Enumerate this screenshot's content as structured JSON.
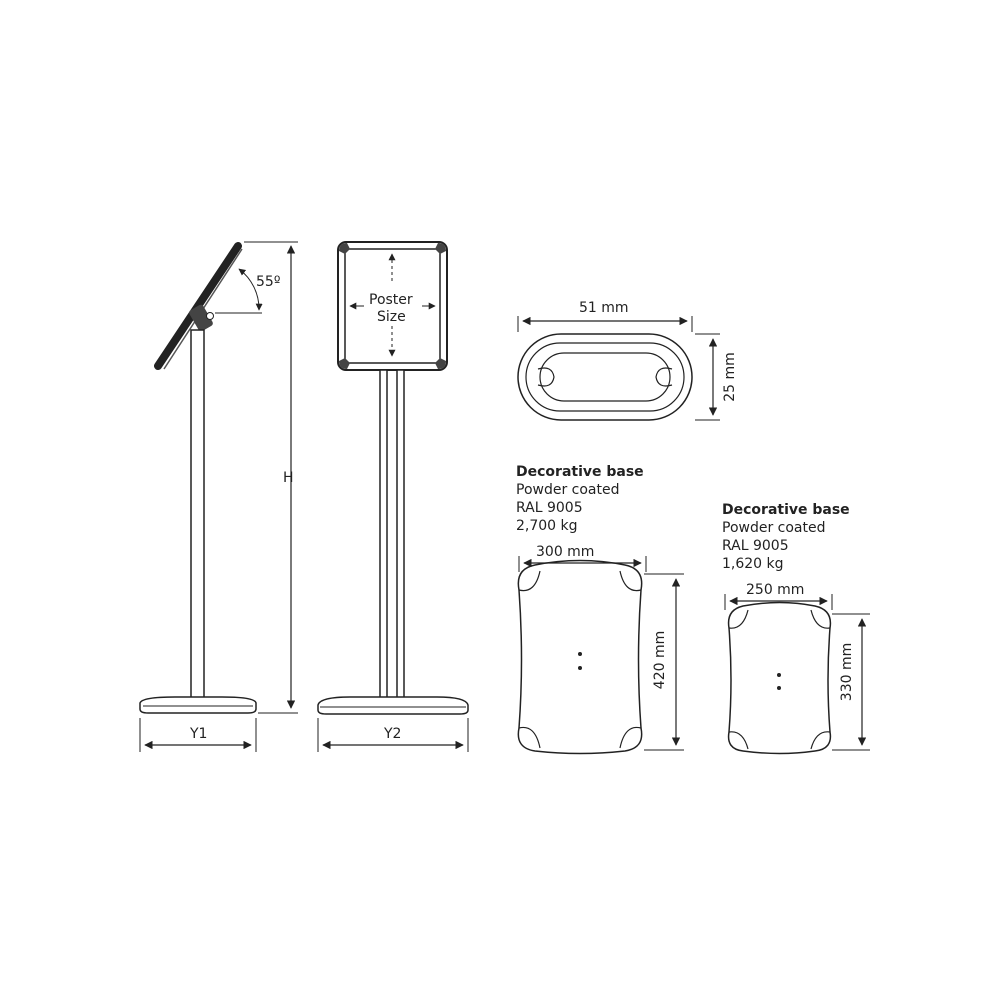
{
  "side_view": {
    "angle_label": "55º",
    "height_label": "H",
    "base_label": "Y1"
  },
  "front_view": {
    "poster_label_line1": "Poster",
    "poster_label_line2": "Size",
    "base_label": "Y2"
  },
  "profile": {
    "width_label": "51 mm",
    "height_label": "25 mm"
  },
  "base_large": {
    "title": "Decorative base",
    "line1": "Powder coated",
    "line2": "RAL 9005",
    "line3": "2,700 kg",
    "width_label": "300 mm",
    "height_label": "420 mm"
  },
  "base_small": {
    "title": "Decorative base",
    "line1": "Powder coated",
    "line2": "RAL 9005",
    "line3": "1,620 kg",
    "width_label": "250 mm",
    "height_label": "330 mm"
  }
}
